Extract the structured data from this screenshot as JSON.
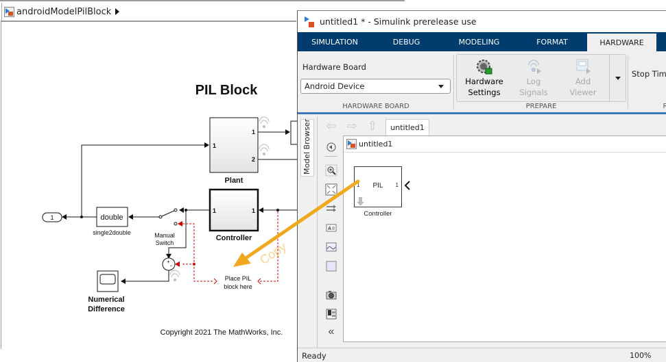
{
  "background_window": {
    "breadcrumb": "androidModelPilBlock",
    "diagram": {
      "title": "PIL Block",
      "blocks": {
        "plant": {
          "label": "Plant",
          "input_port": "1",
          "output_ports": [
            "1",
            "2"
          ]
        },
        "controller": {
          "label": "Controller",
          "input_port": "1",
          "output_port": "1"
        },
        "convert": {
          "text": "double",
          "label": "single2double"
        },
        "outport": {
          "text": "1"
        },
        "manual_switch": {
          "label_line1": "Manual",
          "label_line2": "Switch"
        },
        "sum": {
          "plus": "+",
          "minus": "-"
        },
        "scope": {
          "label_line1": "Numerical",
          "label_line2": "Difference"
        },
        "placeholder": {
          "line1": "Place PIL",
          "line2": "block here"
        }
      },
      "copyright": "Copyright 2021 The MathWorks, Inc."
    }
  },
  "annotation": {
    "arrow_label": "Copy",
    "arrow_color": "#f0a81c"
  },
  "simulink_window": {
    "title": "untitled1 * - Simulink prerelease use",
    "tabs": [
      {
        "label": "SIMULATION",
        "active": false
      },
      {
        "label": "DEBUG",
        "active": false
      },
      {
        "label": "MODELING",
        "active": false
      },
      {
        "label": "FORMAT",
        "active": false
      },
      {
        "label": "HARDWARE",
        "active": true
      }
    ],
    "ribbon": {
      "hardware_board": {
        "label": "Hardware Board",
        "selected": "Android Device",
        "section_label": "HARDWARE BOARD"
      },
      "prepare": {
        "section_label": "PREPARE",
        "buttons": [
          {
            "line1": "Hardware",
            "line2": "Settings",
            "icon": "gear-chip-icon",
            "enabled": true
          },
          {
            "line1": "Log",
            "line2": "Signals",
            "icon": "log-signals-icon",
            "enabled": false
          },
          {
            "line1": "Add",
            "line2": "Viewer",
            "icon": "add-viewer-icon",
            "enabled": false
          }
        ]
      },
      "stop_time_label": "Stop Time",
      "run_section_label_partial": "R"
    },
    "editor": {
      "model_browser_label": "Model Browser",
      "tab": "untitled1",
      "breadcrumb": "untitled1",
      "pil_block": {
        "name": "PIL",
        "input_port": "1",
        "output_port": "1",
        "caption": "Controller"
      }
    },
    "status": {
      "text": "Ready",
      "zoom": "100%"
    },
    "colors": {
      "tab_bar": "#003d6e",
      "ribbon_accent": "#3c78b4"
    }
  }
}
